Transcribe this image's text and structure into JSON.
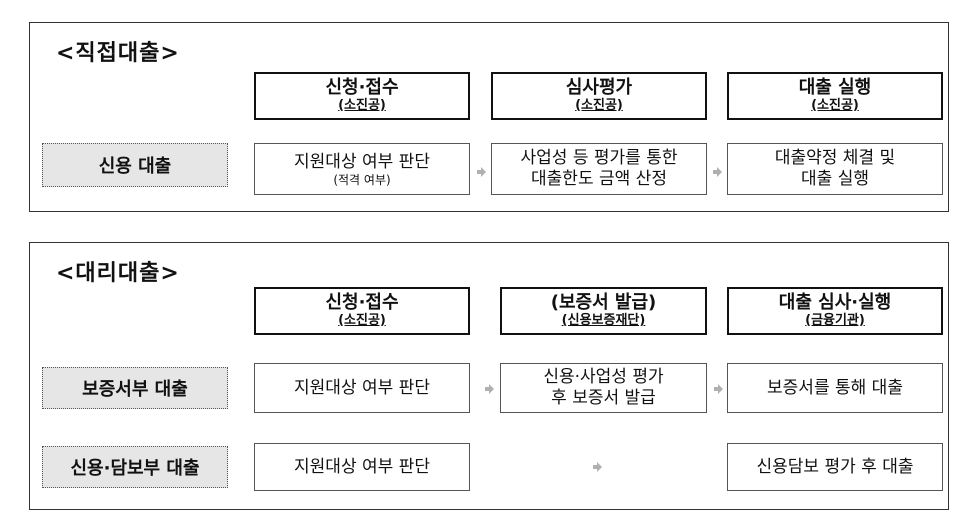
{
  "direct": {
    "title": "<직접대출>",
    "headers": [
      {
        "line1": "신청·접수",
        "line2": "(소진공)"
      },
      {
        "line1": "심사평가",
        "line2": "(소진공)"
      },
      {
        "line1": "대출 실행",
        "line2": "(소진공)"
      }
    ],
    "row": {
      "category": "신용 대출",
      "steps": [
        {
          "line1": "지원대상 여부 판단",
          "line2": "(적격 여부)"
        },
        {
          "line1": "사업성 등 평가를 통한",
          "line2": "대출한도 금액 산정"
        },
        {
          "line1": "대출약정 체결 및",
          "line2": "대출 실행"
        }
      ]
    }
  },
  "agency": {
    "title": "<대리대출>",
    "headers": [
      {
        "line1": "신청·접수",
        "line2": "(소진공)"
      },
      {
        "line1": "(보증서 발급)",
        "line2": "(신용보증재단)"
      },
      {
        "line1": "대출 심사·실행",
        "line2": "(금융기관)"
      }
    ],
    "rows": [
      {
        "category": "보증서부 대출",
        "steps": [
          {
            "line1": "지원대상 여부 판단"
          },
          {
            "line1": "신용·사업성 평가",
            "line2": "후 보증서 발급"
          },
          {
            "line1": "보증서를 통해 대출"
          }
        ]
      },
      {
        "category": "신용·담보부 대출",
        "steps": [
          {
            "line1": "지원대상 여부 판단"
          },
          {
            "line1": "신용담보 평가 후 대출"
          }
        ]
      }
    ]
  },
  "colors": {
    "arrow": "#b0b0b0",
    "category_bg": "#e6e6e6",
    "border": "#333333"
  },
  "icons": {
    "arrow": "arrow-right-icon"
  }
}
